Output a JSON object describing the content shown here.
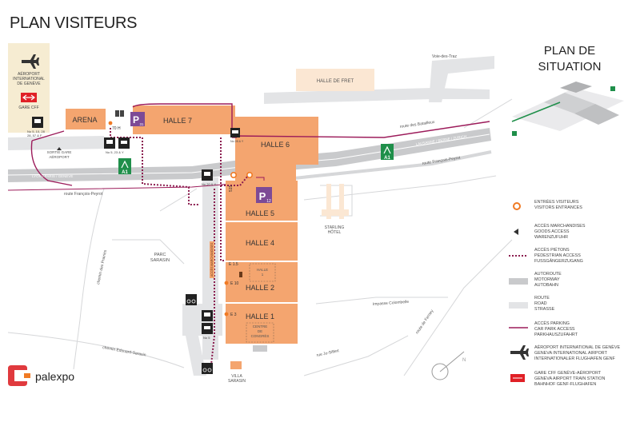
{
  "title": "PLAN VISITEURS",
  "plan_situation": [
    "PLAN DE",
    "SITUATION"
  ],
  "airport_box": {
    "lines": [
      "AÉROPORT",
      "INTERNATIONAL",
      "DE GENÈVE"
    ],
    "gare": "GARE CFF"
  },
  "halls": {
    "arena": "ARENA",
    "halle7": "HALLE 7",
    "halle6": "HALLE 6",
    "halle5": "HALLE 5",
    "halle4": "HALLE 4",
    "halle2": "HALLE 2",
    "halle1": "HALLE 1",
    "halle_fret": "HALLE DE FRET",
    "halle_small": [
      "HALLE",
      "1"
    ],
    "centre": [
      "CENTRE",
      "DE",
      "CONGRÈS"
    ]
  },
  "roads": {
    "voie_des_traz": "Voie-des-Traz",
    "route_bataillard": "route des Batailleux",
    "lausanne": "LAUSANNE / BERNE / ZURICH",
    "route_francois_peyrot_right": "route François-Peyrot",
    "lyon": "LYON / PARIS / GENÈVE",
    "route_francois_peyrot_left": "route François-Peyrot",
    "chemin_prairies": "chemin des Prairies",
    "chemin_sarasin": "chemin Edouard-Sarasin",
    "impasse": "Impasse Colombelle",
    "ferney": "route de Ferney",
    "jo_siffert": "rue Jo-Siffert"
  },
  "places": {
    "parc_sarasin": [
      "PARC",
      "SARASIN"
    ],
    "starling": [
      "STARLING",
      "HÔTEL"
    ],
    "villa_sarasin": [
      "VILLA",
      "SARASIN"
    ],
    "sortie_gare": [
      "SORTIE GARE",
      "AÉROPORT"
    ],
    "acces_marchandises_vertical": "ACCÈS MARCHANDISES"
  },
  "bus_stops": {
    "bus1": [
      "No 5, 10, 28",
      "28, 57 & F"
    ],
    "bus2": "No 5, 23 & Y",
    "bus3": "No 28 & Y",
    "bus4": "No 20 & Y",
    "bus5": "No 5"
  },
  "entrances": [
    "E 10",
    "E 3",
    "E 1.5",
    "515",
    "70 H"
  ],
  "motorway_badges": [
    "A1",
    "A1"
  ],
  "parking_badges": [
    {
      "letter": "P",
      "num": "31"
    },
    {
      "letter": "P",
      "num": "12"
    }
  ],
  "legend": [
    {
      "icon": "visitor-entrance-icon",
      "lines": [
        "ENTRÉES VISITEURS",
        "VISITORS ENTRANCES"
      ]
    },
    {
      "icon": "goods-access-icon",
      "lines": [
        "ACCÈS MARCHANDISES",
        "GOODS ACCESS",
        "WARENZUFUHR"
      ]
    },
    {
      "icon": "pedestrian-access-icon",
      "lines": [
        "ACCÈS PIÉTONS",
        "PEDESTRIAN ACCESS",
        "FUSSGÄNGERZUGANG"
      ]
    },
    {
      "icon": "motorway-icon",
      "lines": [
        "AUTOROUTE",
        "MOTORWAY",
        "AUTOBAHN"
      ]
    },
    {
      "icon": "road-icon",
      "lines": [
        "ROUTE",
        "ROAD",
        "STRASSE"
      ]
    },
    {
      "icon": "car-park-access-icon",
      "lines": [
        "ACCÈS PARKING",
        "CAR PARK ACCESS",
        "PARKHAUSZUFAHRT"
      ]
    },
    {
      "icon": "airport-icon",
      "lines": [
        "AÉROPORT INTERNATIONAL DE GENÈVE",
        "GENEVA INTERNATIONAL AIRPORT",
        "INTERNATIONALER FLUGHAFEN GENF"
      ]
    },
    {
      "icon": "train-station-icon",
      "lines": [
        "GARE CFF GENÈVE-AÉROPORT",
        "GENEVA AIRPORT TRAIN STATION",
        "BAHNHOF GENF-FLUGHAFEN"
      ]
    }
  ],
  "brand": "palexpo",
  "colors": {
    "hall": "#f4a56f",
    "hall_light": "#fbe7d3",
    "road": "#e2e3e5",
    "motorway": "#cfd0d2",
    "pedestrian": "#8b1d4f",
    "carpark": "#9c1b5a",
    "parking_badge": "#7d4a96",
    "motorway_badge": "#1f8f4a",
    "entrance": "#f07a24",
    "airport_box": "#f6ecd2",
    "brand": "#e03a3e"
  }
}
